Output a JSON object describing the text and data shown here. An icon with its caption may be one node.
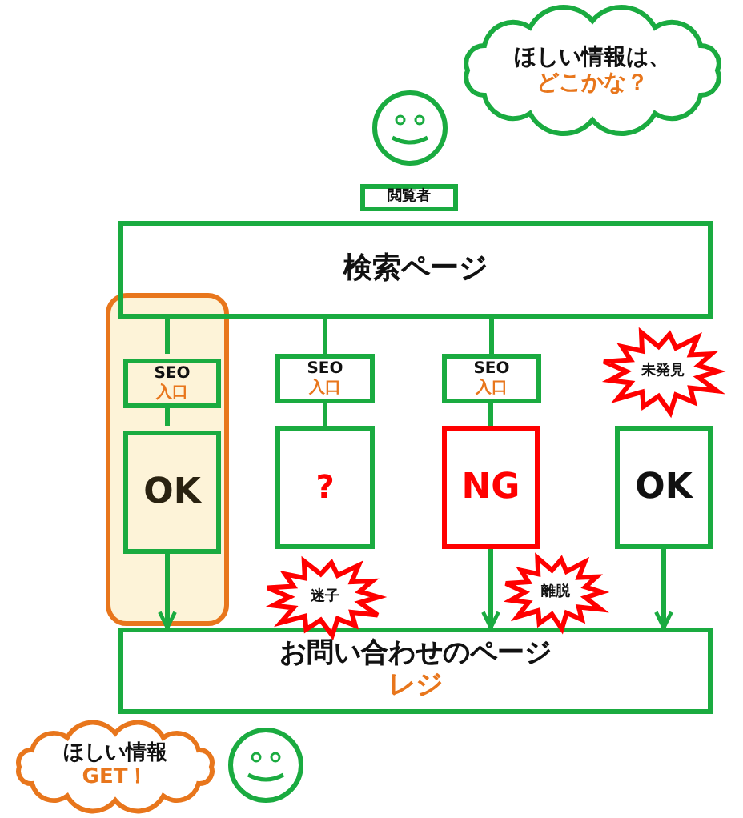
{
  "diagram": {
    "nodes": [
      {
        "text": [
          "ほしい情報は、",
          "どこかな？"
        ]
      },
      {
        "text": [
          "閲覧者"
        ]
      },
      {
        "text": [
          "検索ページ"
        ]
      },
      {
        "text": [],
        "shape": "box"
      },
      {
        "text": [
          "SEO",
          "入口"
        ],
        "in": 3
      },
      {
        "text": [
          "OK"
        ],
        "in": 3
      },
      {
        "text": [
          "SEO",
          "入口"
        ]
      },
      {
        "text": [
          "?"
        ]
      },
      {
        "text": [
          "SEO",
          "入口"
        ]
      },
      {
        "text": [
          "NG"
        ]
      },
      {
        "text": [
          "未発見"
        ]
      },
      {
        "text": [
          "OK"
        ]
      },
      {
        "text": [
          "迷子"
        ]
      },
      {
        "text": [
          "離脱"
        ]
      },
      {
        "text": [
          "お問い合わせのページ",
          "レジ"
        ]
      },
      {
        "text": [
          "ほしい情報",
          "GET！"
        ]
      }
    ],
    "edges": [
      {
        "from": 2,
        "to": 4,
        "arrow": "none"
      },
      {
        "from": 2,
        "to": 6,
        "arrow": "none"
      },
      {
        "from": 2,
        "to": 8,
        "arrow": "none"
      },
      {
        "from": 4,
        "to": 5,
        "arrow": "none"
      },
      {
        "from": 6,
        "to": 7,
        "arrow": "none"
      },
      {
        "from": 8,
        "to": 9,
        "arrow": "none"
      },
      {
        "from": 5,
        "to": 14,
        "arrow": "to"
      },
      {
        "from": 9,
        "to": 14,
        "arrow": "to"
      },
      {
        "from": 11,
        "to": 14,
        "arrow": "to"
      }
    ]
  }
}
